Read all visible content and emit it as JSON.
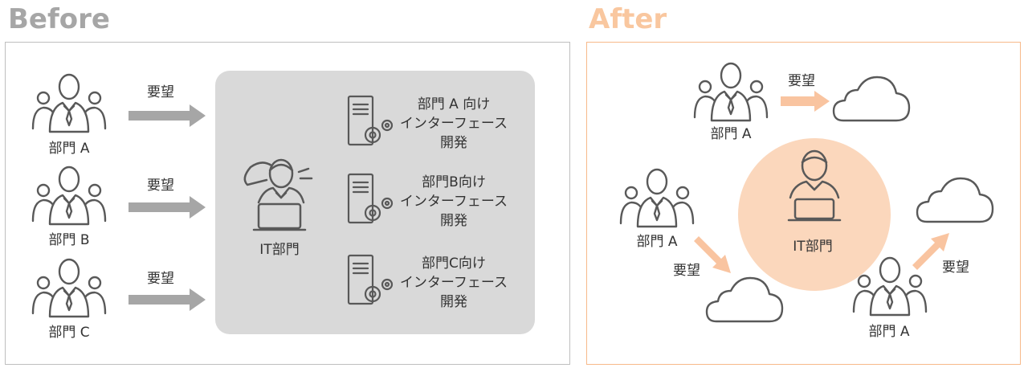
{
  "before": {
    "title": "Before",
    "departments": [
      {
        "label": "部門 A",
        "request": "要望"
      },
      {
        "label": "部門 B",
        "request": "要望"
      },
      {
        "label": "部門 C",
        "request": "要望"
      }
    ],
    "it_department": "IT部門",
    "services": [
      {
        "lines": [
          "部門 A 向け",
          "インターフェース",
          "開発"
        ]
      },
      {
        "lines": [
          "部門B向け",
          "インターフェース",
          "開発"
        ]
      },
      {
        "lines": [
          "部門C向け",
          "インターフェース",
          "開発"
        ]
      }
    ]
  },
  "after": {
    "title": "After",
    "it_department": "IT部門",
    "departments": [
      {
        "label": "部門 A",
        "request": "要望"
      },
      {
        "label": "部門 A",
        "request": "要望"
      },
      {
        "label": "部門 A",
        "request": "要望"
      }
    ]
  },
  "colors": {
    "before_title": "#a6a6a6",
    "after_title": "#f9c79f",
    "before_arrow": "#a6a6a6",
    "after_arrow": "#f9c4a0",
    "it_box": "#d9d9d9",
    "it_circle": "#fbd7bc",
    "icon_stroke": "#595959"
  }
}
